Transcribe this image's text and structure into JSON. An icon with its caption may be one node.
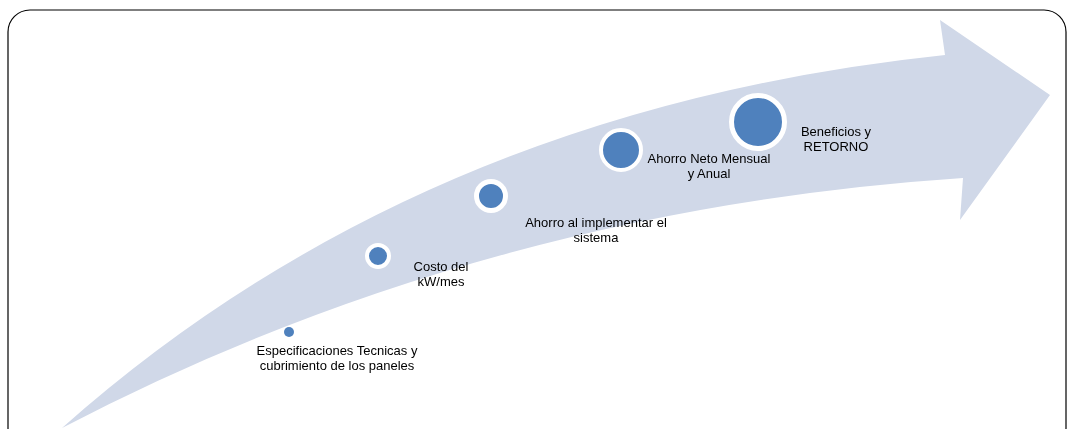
{
  "diagram": {
    "nodes": [
      {
        "text": [
          "Especificaciones Tecnicas y cubrimiento de los paneles"
        ]
      },
      {
        "text": [
          "Costo del kW/mes"
        ]
      },
      {
        "text": [
          "Ahorro al implementar el sistema"
        ]
      },
      {
        "text": [
          "Ahorro Neto Mensual y Anual"
        ]
      },
      {
        "text": [
          "Beneficios  y RETORNO"
        ]
      }
    ]
  }
}
